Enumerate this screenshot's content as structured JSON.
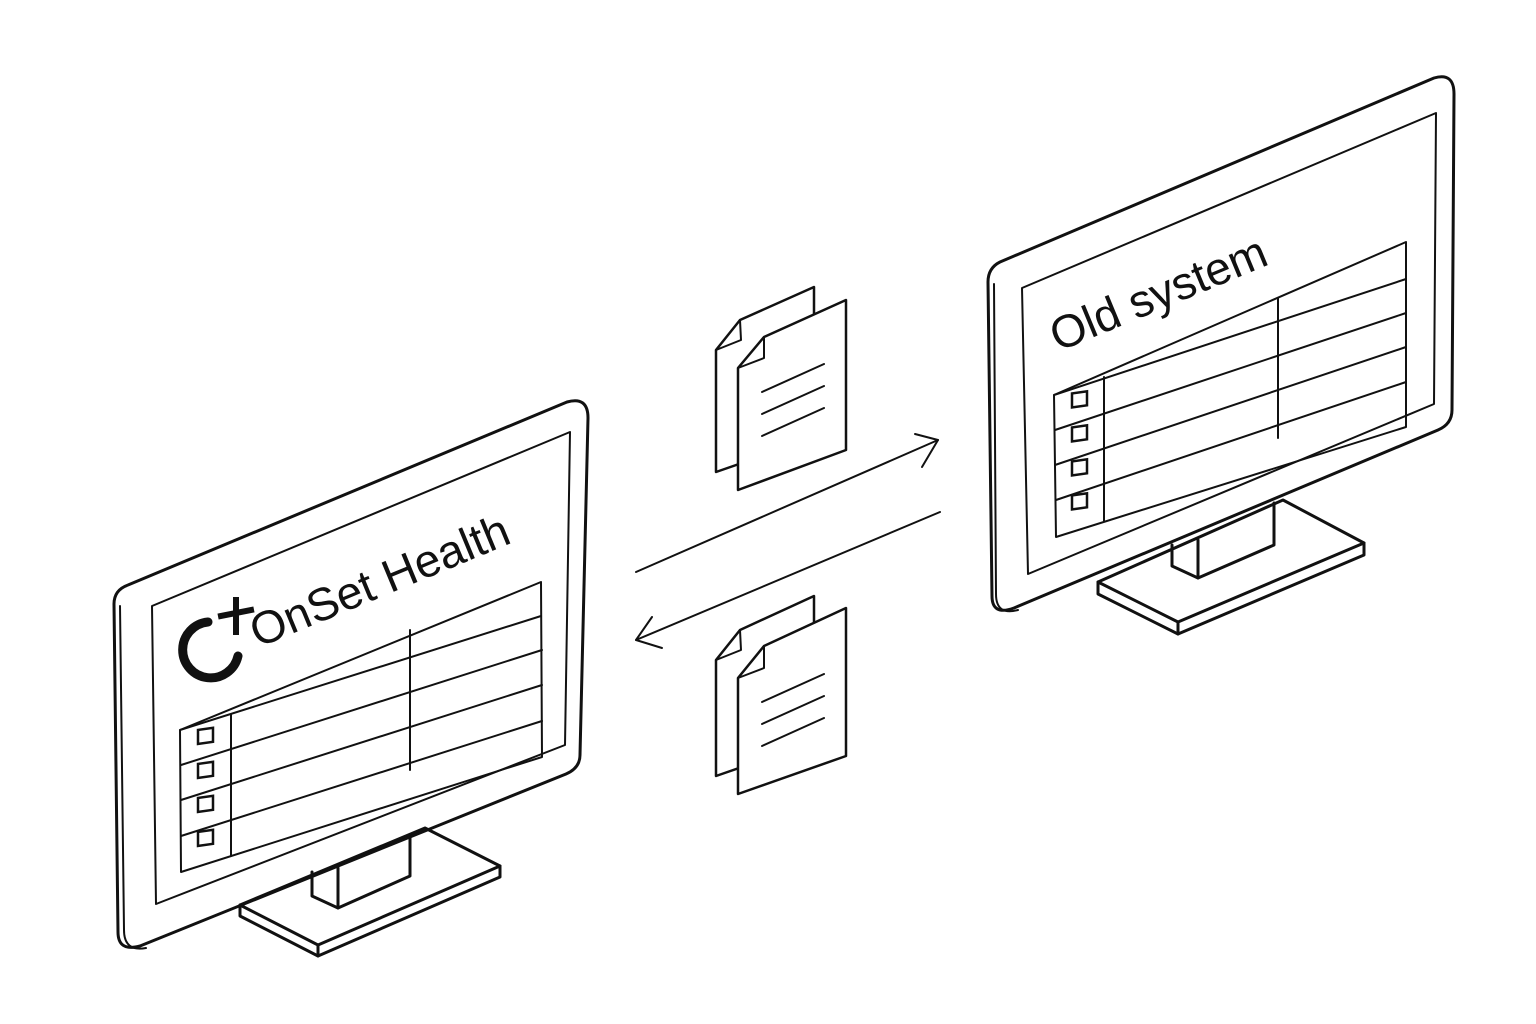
{
  "left_monitor": {
    "brand_name": "OnSet Health",
    "logo_icon": "onset-c-plus-logo",
    "table_rows": 4
  },
  "right_monitor": {
    "system_name": "Old system",
    "table_rows": 4
  },
  "transfer": {
    "to_old_system_icon": "documents-icon",
    "to_onset_icon": "documents-icon",
    "direction_icons": [
      "arrow-right-icon",
      "arrow-left-icon"
    ]
  },
  "colors": {
    "ink": "#111111",
    "paper": "#ffffff"
  }
}
